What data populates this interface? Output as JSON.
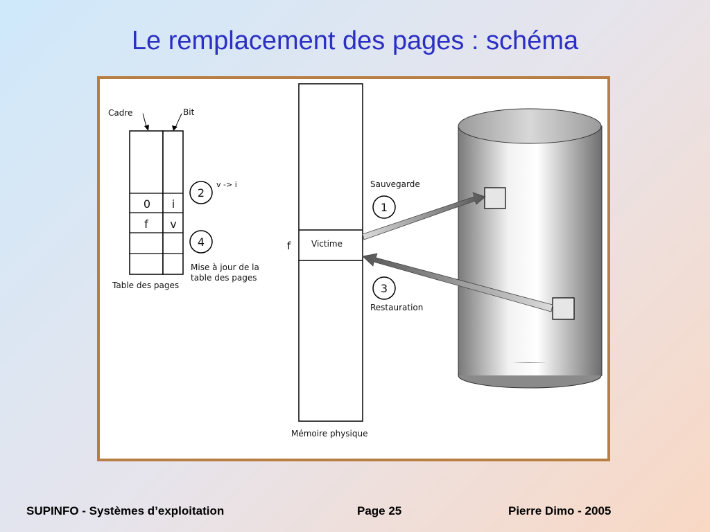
{
  "title": "Le remplacement des pages : schéma",
  "diagram": {
    "labels": {
      "cadre": "Cadre",
      "bit": "Bit",
      "table_caption": "Table des pages",
      "memory_caption": "Mémoire physique",
      "frame_letter": "f",
      "victim": "Victime",
      "save": "Sauvegarde",
      "restore": "Restauration",
      "update_line1": "Mise à jour de la",
      "update_line2": "table des pages",
      "swap": "v -> i"
    },
    "table_rows": [
      {
        "frame": "0",
        "bit": "i"
      },
      {
        "frame": "f",
        "bit": "v"
      }
    ],
    "steps": [
      "1",
      "2",
      "3",
      "4"
    ]
  },
  "footer": {
    "left": "SUPINFO - Systèmes d’exploitation",
    "center": "Page 25",
    "right": "Pierre Dimo - 2005"
  }
}
